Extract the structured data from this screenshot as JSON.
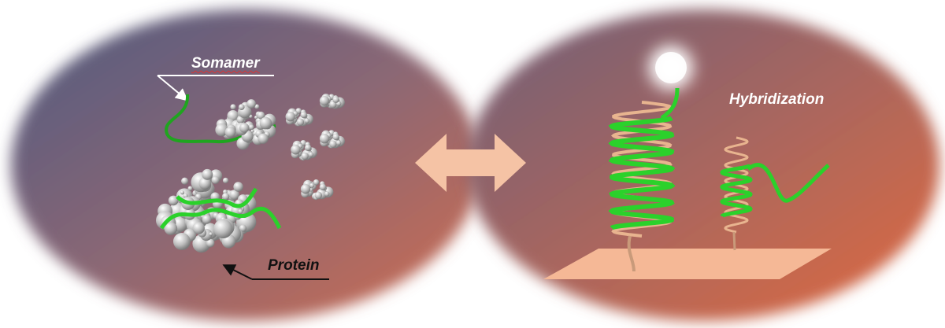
{
  "labels": {
    "somamer": "Somamer",
    "protein": "Protein",
    "hybridization": "Hybridization"
  },
  "colors": {
    "green": "#2bd12b",
    "peach": "#f5c3a5",
    "protein_gray": "#c8c8c8"
  }
}
